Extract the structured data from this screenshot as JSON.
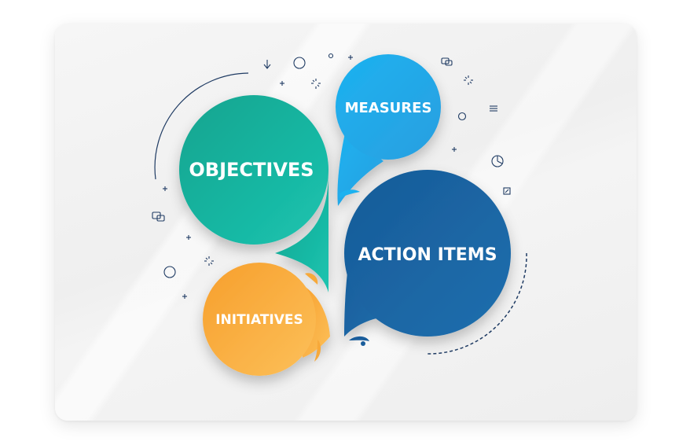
{
  "diagram": {
    "nodes": [
      {
        "id": "objectives",
        "label": "OBJECTIVES",
        "color": "#17b1a0"
      },
      {
        "id": "measures",
        "label": "MEASURES",
        "color": "#22a9ea"
      },
      {
        "id": "action_items",
        "label": "ACTION ITEMS",
        "color": "#1a5d9b"
      },
      {
        "id": "initiatives",
        "label": "INITIATIVES",
        "color": "#f7a93a"
      }
    ],
    "decorative_icons": [
      "chat-icon",
      "sparkle-icon",
      "plus-icon",
      "arrow-down-icon",
      "ring-icon",
      "list-icon",
      "pie-chart-icon",
      "expand-icon",
      "dot-icon"
    ]
  }
}
